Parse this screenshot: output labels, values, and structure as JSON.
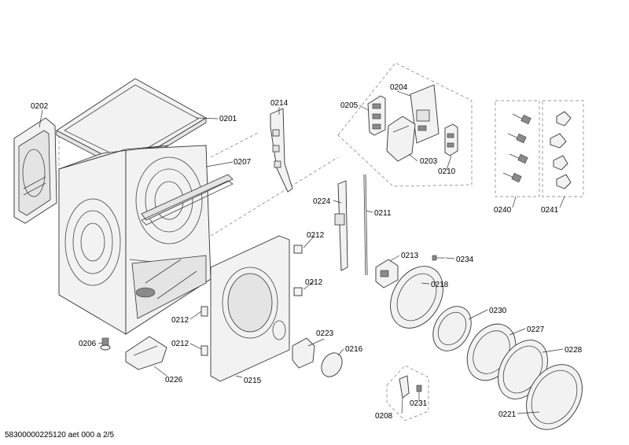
{
  "labels": {
    "p0201": "0201",
    "p0202": "0202",
    "p0203": "0203",
    "p0204": "0204",
    "p0205": "0205",
    "p0206": "0206",
    "p0207": "0207",
    "p0208": "0208",
    "p0210": "0210",
    "p0211": "0211",
    "p0212a": "0212",
    "p0212b": "0212",
    "p0212c": "0212",
    "p0212d": "0212",
    "p0213": "0213",
    "p0214": "0214",
    "p0215": "0215",
    "p0216": "0216",
    "p0218": "0218",
    "p0221": "0221",
    "p0223": "0223",
    "p0224": "0224",
    "p0226": "0226",
    "p0227": "0227",
    "p0228": "0228",
    "p0230": "0230",
    "p0231": "0231",
    "p0234": "0234",
    "p0240": "0240",
    "p0241": "0241"
  },
  "footer": "58300000225120 aet 000 a 2/5"
}
